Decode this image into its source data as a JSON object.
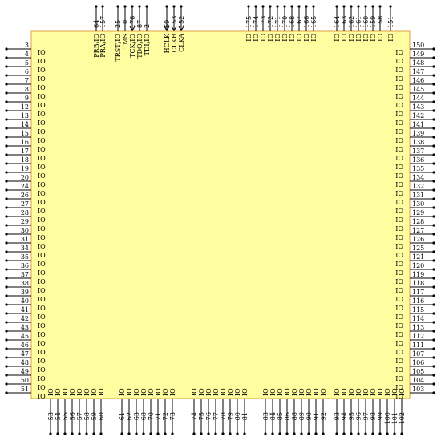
{
  "pins": {
    "left": [
      {
        "num": "3",
        "label": "IO"
      },
      {
        "num": "4",
        "label": "IO"
      },
      {
        "num": "5",
        "label": "IO"
      },
      {
        "num": "6",
        "label": "IO"
      },
      {
        "num": "7",
        "label": "IO"
      },
      {
        "num": "8",
        "label": "IO"
      },
      {
        "num": "9",
        "label": "IO"
      },
      {
        "num": "12",
        "label": "IO"
      },
      {
        "num": "13",
        "label": "IO"
      },
      {
        "num": "14",
        "label": "IO"
      },
      {
        "num": "15",
        "label": "IO"
      },
      {
        "num": "16",
        "label": "IO"
      },
      {
        "num": "17",
        "label": "IO"
      },
      {
        "num": "18",
        "label": "IO"
      },
      {
        "num": "19",
        "label": "IO"
      },
      {
        "num": "20",
        "label": "IO"
      },
      {
        "num": "24",
        "label": "IO"
      },
      {
        "num": "26",
        "label": "IO"
      },
      {
        "num": "27",
        "label": "IO"
      },
      {
        "num": "28",
        "label": "IO"
      },
      {
        "num": "29",
        "label": "IO"
      },
      {
        "num": "30",
        "label": "IO"
      },
      {
        "num": "31",
        "label": "IO"
      },
      {
        "num": "34",
        "label": "IO"
      },
      {
        "num": "35",
        "label": "IO"
      },
      {
        "num": "36",
        "label": "IO"
      },
      {
        "num": "37",
        "label": "IO"
      },
      {
        "num": "38",
        "label": "IO"
      },
      {
        "num": "39",
        "label": "IO"
      },
      {
        "num": "40",
        "label": "IO"
      },
      {
        "num": "41",
        "label": "IO"
      },
      {
        "num": "42",
        "label": "IO"
      },
      {
        "num": "43",
        "label": "IO"
      },
      {
        "num": "45",
        "label": "IO"
      },
      {
        "num": "46",
        "label": "IO"
      },
      {
        "num": "47",
        "label": "IO"
      },
      {
        "num": "48",
        "label": "IO"
      },
      {
        "num": "49",
        "label": "IO"
      },
      {
        "num": "50",
        "label": "IO"
      },
      {
        "num": "51",
        "label": "IO"
      }
    ],
    "right": [
      {
        "num": "150",
        "label": "IO"
      },
      {
        "num": "149",
        "label": "IO"
      },
      {
        "num": "148",
        "label": "IO"
      },
      {
        "num": "147",
        "label": "IO"
      },
      {
        "num": "146",
        "label": "IO"
      },
      {
        "num": "145",
        "label": "IO"
      },
      {
        "num": "144",
        "label": "IO"
      },
      {
        "num": "143",
        "label": "IO"
      },
      {
        "num": "142",
        "label": "IO"
      },
      {
        "num": "141",
        "label": "IO"
      },
      {
        "num": "139",
        "label": "IO"
      },
      {
        "num": "138",
        "label": "IO"
      },
      {
        "num": "137",
        "label": "IO"
      },
      {
        "num": "136",
        "label": "IO"
      },
      {
        "num": "135",
        "label": "IO"
      },
      {
        "num": "134",
        "label": "IO"
      },
      {
        "num": "132",
        "label": "IO"
      },
      {
        "num": "131",
        "label": "IO"
      },
      {
        "num": "130",
        "label": "IO"
      },
      {
        "num": "129",
        "label": "IO"
      },
      {
        "num": "128",
        "label": "IO"
      },
      {
        "num": "127",
        "label": "IO"
      },
      {
        "num": "126",
        "label": "IO"
      },
      {
        "num": "125",
        "label": "IO"
      },
      {
        "num": "121",
        "label": "IO"
      },
      {
        "num": "120",
        "label": "IO"
      },
      {
        "num": "119",
        "label": "IO"
      },
      {
        "num": "118",
        "label": "IO"
      },
      {
        "num": "117",
        "label": "IO"
      },
      {
        "num": "116",
        "label": "IO"
      },
      {
        "num": "115",
        "label": "IO"
      },
      {
        "num": "114",
        "label": "IO"
      },
      {
        "num": "113",
        "label": "IO"
      },
      {
        "num": "112",
        "label": "IO"
      },
      {
        "num": "111",
        "label": "IO"
      },
      {
        "num": "107",
        "label": "IO"
      },
      {
        "num": "106",
        "label": "IO"
      },
      {
        "num": "105",
        "label": "IO"
      },
      {
        "num": "104",
        "label": "IO"
      },
      {
        "num": "103",
        "label": "IO"
      }
    ],
    "top": [
      {
        "num": "64",
        "label": "PRB/IO"
      },
      {
        "num": "157",
        "label": "PRA/IO"
      },
      {
        "num": "25",
        "label": "TRST/IO"
      },
      {
        "num": "10",
        "label": "TMS"
      },
      {
        "num": "176",
        "label": "TCK/IO"
      },
      {
        "num": "87",
        "label": "TDO/IO"
      },
      {
        "num": "2",
        "label": "TDI/IO"
      },
      {
        "num": "69",
        "label": "HCLK"
      },
      {
        "num": "153",
        "label": "CLKB"
      },
      {
        "num": "152",
        "label": "CLKA"
      },
      {
        "num": "175",
        "label": "IO"
      },
      {
        "num": "174",
        "label": "IO"
      },
      {
        "num": "173",
        "label": "IO"
      },
      {
        "num": "172",
        "label": "IO"
      },
      {
        "num": "171",
        "label": "IO"
      },
      {
        "num": "170",
        "label": "IO"
      },
      {
        "num": "168",
        "label": "IO"
      },
      {
        "num": "167",
        "label": "IO"
      },
      {
        "num": "166",
        "label": "IO"
      },
      {
        "num": "165",
        "label": "IO"
      },
      {
        "num": "164",
        "label": "IO"
      },
      {
        "num": "163",
        "label": "IO"
      },
      {
        "num": "162",
        "label": "IO"
      },
      {
        "num": "161",
        "label": "IO"
      },
      {
        "num": "160",
        "label": "IO"
      },
      {
        "num": "159",
        "label": "IO"
      },
      {
        "num": "158",
        "label": "IO"
      },
      {
        "num": "151",
        "label": "IO"
      }
    ],
    "bottom": [
      {
        "num": "53",
        "label": "IO"
      },
      {
        "num": "54",
        "label": "IO"
      },
      {
        "num": "55",
        "label": "IO"
      },
      {
        "num": "56",
        "label": "IO"
      },
      {
        "num": "57",
        "label": "IO"
      },
      {
        "num": "58",
        "label": "IO"
      },
      {
        "num": "59",
        "label": "IO"
      },
      {
        "num": "60",
        "label": "IO"
      },
      {
        "num": "61",
        "label": "IO"
      },
      {
        "num": "62",
        "label": "IO"
      },
      {
        "num": "63",
        "label": "IO"
      },
      {
        "num": "68",
        "label": "IO"
      },
      {
        "num": "70",
        "label": "IO"
      },
      {
        "num": "71",
        "label": "IO"
      },
      {
        "num": "72",
        "label": "IO"
      },
      {
        "num": "73",
        "label": "IO"
      },
      {
        "num": "74",
        "label": "IO"
      },
      {
        "num": "75",
        "label": "IO"
      },
      {
        "num": "76",
        "label": "IO"
      },
      {
        "num": "77",
        "label": "IO"
      },
      {
        "num": "78",
        "label": "IO"
      },
      {
        "num": "79",
        "label": "IO"
      },
      {
        "num": "80",
        "label": "IO"
      },
      {
        "num": "81",
        "label": "IO"
      },
      {
        "num": "83",
        "label": "IO"
      },
      {
        "num": "84",
        "label": "IO"
      },
      {
        "num": "85",
        "label": "IO"
      },
      {
        "num": "86",
        "label": "IO"
      },
      {
        "num": "88",
        "label": "IO"
      },
      {
        "num": "89",
        "label": "IO"
      },
      {
        "num": "90",
        "label": "IO"
      },
      {
        "num": "91",
        "label": "IO"
      },
      {
        "num": "92",
        "label": "IO"
      },
      {
        "num": "93",
        "label": "IO"
      },
      {
        "num": "94",
        "label": "IO"
      },
      {
        "num": "95",
        "label": "IO"
      },
      {
        "num": "96",
        "label": "IO"
      },
      {
        "num": "97",
        "label": "IO"
      },
      {
        "num": "98",
        "label": "IO"
      },
      {
        "num": "99",
        "label": "IO"
      },
      {
        "num": "100",
        "label": "IO"
      },
      {
        "num": "101",
        "label": "IO"
      },
      {
        "num": "102",
        "label": "IO"
      }
    ]
  },
  "colors": {
    "body_fill": "#fefea0",
    "body_stroke": "#e0a040",
    "pin_line": "#000000"
  }
}
